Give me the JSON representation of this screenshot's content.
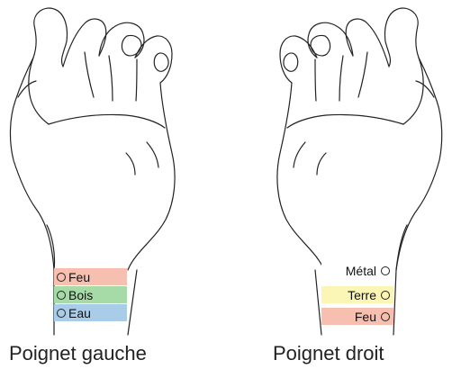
{
  "left_wrist": {
    "caption": "Poignet gauche",
    "positions": [
      {
        "label": "Feu",
        "color": "#f6bfb0"
      },
      {
        "label": "Bois",
        "color": "#a6dba7"
      },
      {
        "label": "Eau",
        "color": "#a9cde9"
      }
    ]
  },
  "right_wrist": {
    "caption": "Poignet droit",
    "positions": [
      {
        "label": "Métal",
        "color": "#ffffff"
      },
      {
        "label": "Terre",
        "color": "#fbf6b5"
      },
      {
        "label": "Feu",
        "color": "#f6bfb0"
      }
    ]
  }
}
